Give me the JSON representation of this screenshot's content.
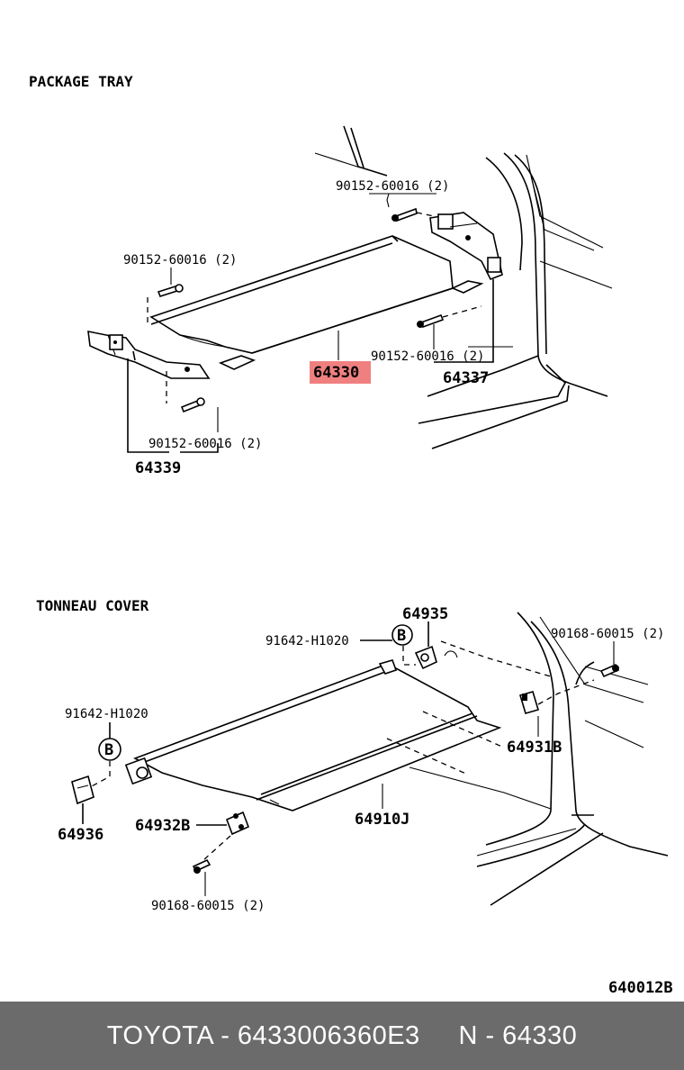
{
  "sections": {
    "package_tray": "PACKAGE TRAY",
    "tonneau_cover": "TONNEAU COVER"
  },
  "package_tray_parts": {
    "bolt_top": "90152-60016 (2)",
    "bolt_left": "90152-60016 (2)",
    "bolt_right": "90152-60016 (2)",
    "bolt_bottom": "90152-60016 (2)",
    "tray": "64330",
    "bracket_right": "64337",
    "bracket_left": "64339"
  },
  "tonneau_parts": {
    "clip_left": "91642-H1020",
    "clip_right": "91642-H1020",
    "badge_left": "B",
    "badge_right": "B",
    "holder_top": "64935",
    "screw_right": "90168-60015 (2)",
    "holder_right": "64931B",
    "holder_left": "64936",
    "holder_center": "64932B",
    "cover": "64910J",
    "screw_bottom": "90168-60015 (2)"
  },
  "diagram_code": "640012B",
  "highlight_color": "#f08080",
  "footer": {
    "text": "TOYOTA - 6433006360E3     N - 64330"
  }
}
